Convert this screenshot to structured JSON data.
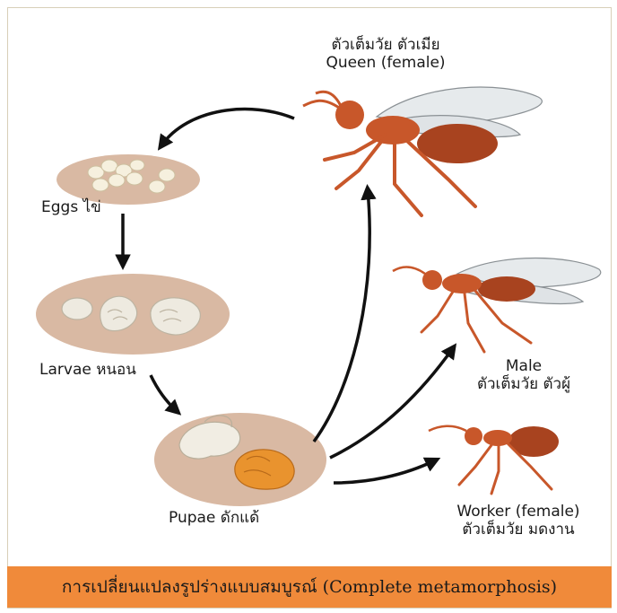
{
  "title_banner": "การเปลี่ยนแปลงรูปร่างแบบสมบูรณ์ (Complete metamorphosis)",
  "stages": {
    "queen": {
      "line1": "ตัวเต็มวัย ตัวเมีย",
      "line2": "Queen (female)"
    },
    "eggs": {
      "label": "Eggs ไข่"
    },
    "larvae": {
      "label": "Larvae หนอน"
    },
    "pupae": {
      "label": "Pupae ดักแด้"
    },
    "male": {
      "line1": "Male",
      "line2": "ตัวเต็มวัย ตัวผู้"
    },
    "worker": {
      "line1": "Worker (female)",
      "line2": "ตัวเต็มวัย มดงาน"
    }
  },
  "colors": {
    "banner": "#f08a3a",
    "dish": "#d9b9a3",
    "ant_body": "#c8572a",
    "ant_abdomen": "#a8431f",
    "wing": "#e6eaec",
    "arrow": "#111111",
    "egg": "#f6f0de",
    "larva": "#eeeae0",
    "pupa_orange": "#e9932e"
  }
}
